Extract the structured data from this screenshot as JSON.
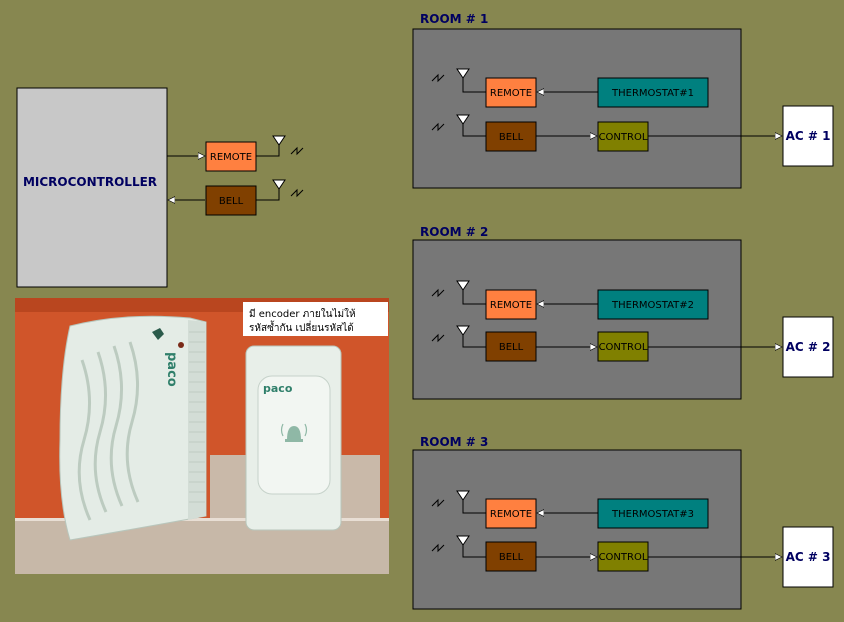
{
  "colors": {
    "background": "#878750",
    "room_box": "#777777",
    "mcu_box": "#c8c8c8",
    "remote": "#ff8040",
    "bell": "#804000",
    "thermostat": "#00807f",
    "control": "#808000",
    "ac_box": "#ffffff",
    "title_text": "#000060",
    "photo_bg": "#d0552a"
  },
  "microcontroller": {
    "label": "MICROCONTROLLER",
    "remote_label": "REMOTE",
    "bell_label": "BELL"
  },
  "rooms": [
    {
      "title": "ROOM # 1",
      "remote_label": "REMOTE",
      "bell_label": "BELL",
      "thermostat_label": "THERMOSTAT#1",
      "control_label": "CONTROL",
      "ac_label": "AC # 1"
    },
    {
      "title": "ROOM # 2",
      "remote_label": "REMOTE",
      "bell_label": "BELL",
      "thermostat_label": "THERMOSTAT#2",
      "control_label": "CONTROL",
      "ac_label": "AC # 2"
    },
    {
      "title": "ROOM # 3",
      "remote_label": "REMOTE",
      "bell_label": "BELL",
      "thermostat_label": "THERMOSTAT#3",
      "control_label": "CONTROL",
      "ac_label": "AC # 3"
    }
  ],
  "photo": {
    "caption_line1": "มี encoder ภายในไม่ให้",
    "caption_line2": "รหัสซ้ำกัน เปลี่ยนรหัสได้",
    "brand_left": "paco",
    "brand_right": "paco"
  }
}
